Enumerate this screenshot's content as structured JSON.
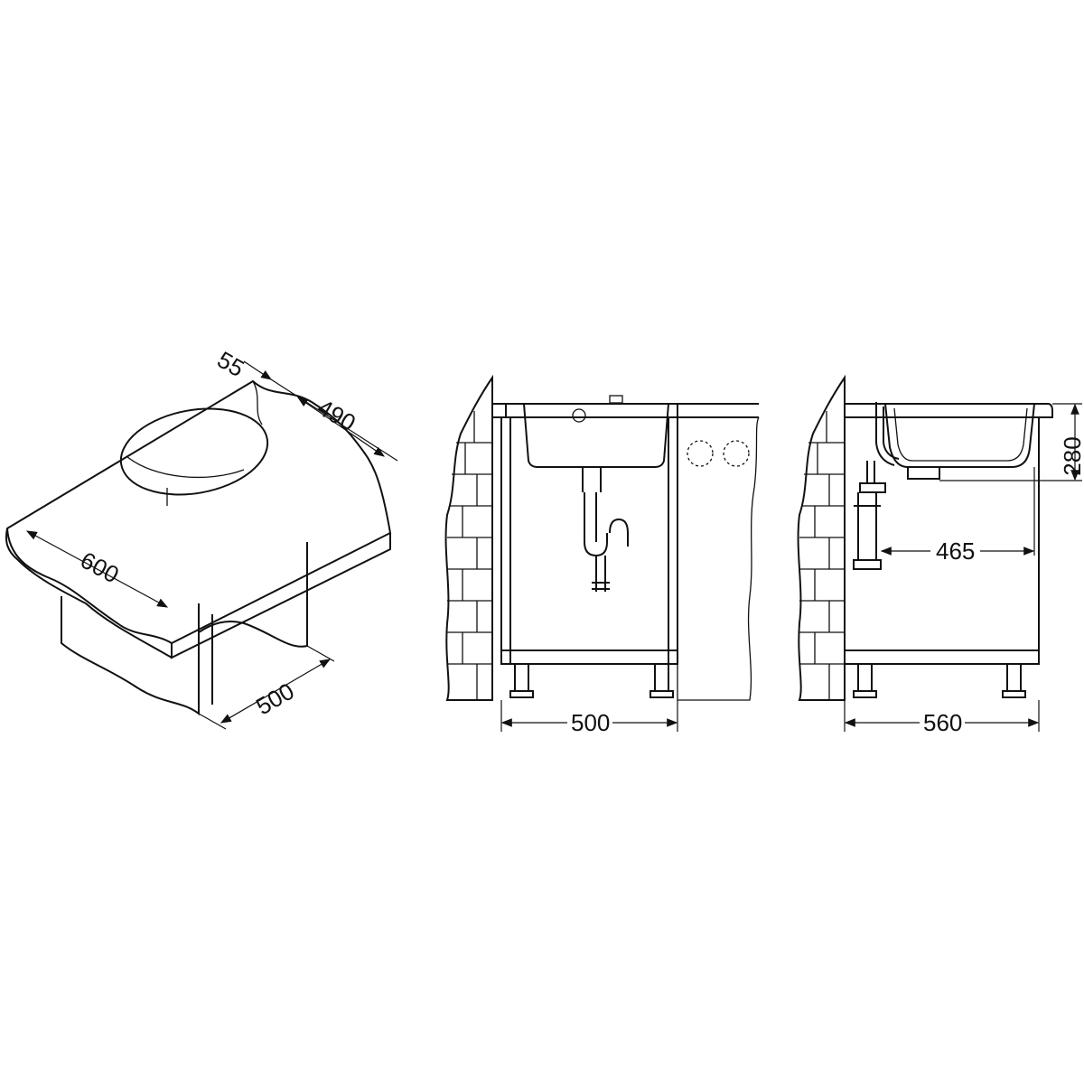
{
  "title": "Sink installation dimension drawing",
  "views": {
    "isometric": {
      "dims": {
        "front_overhang": "55",
        "cutout_depth": "490",
        "cabinet_width": "600",
        "cabinet_depth": "500"
      }
    },
    "front": {
      "dims": {
        "cabinet_width": "500"
      }
    },
    "side": {
      "dims": {
        "cabinet_depth": "560",
        "sink_depth": "280",
        "drain_offset": "465"
      }
    }
  },
  "colors": {
    "line": "#111111",
    "background": "#ffffff"
  }
}
